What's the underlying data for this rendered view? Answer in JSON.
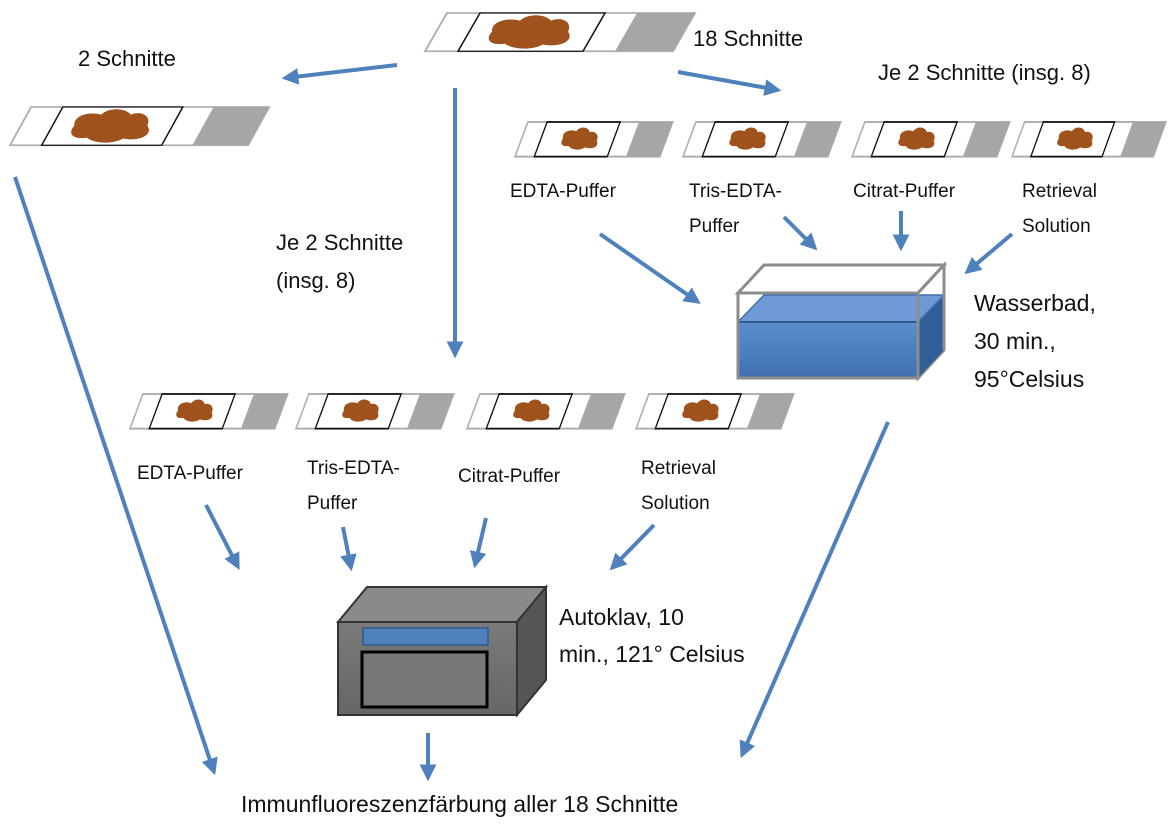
{
  "top_right_label": "18 Schnitte",
  "left_branch_label": "2 Schnitte",
  "middle_branch_label": [
    "Je 2 Schnitte",
    "(insg. 8)"
  ],
  "right_branch_label": "Je 2 Schnitte (insg. 8)",
  "water_bath_group": {
    "buffers": [
      [
        "EDTA-Puffer"
      ],
      [
        "Tris-EDTA-",
        "Puffer"
      ],
      [
        "Citrat-Puffer"
      ],
      [
        "Retrieval",
        "Solution"
      ]
    ],
    "device_label": [
      "Wasserbad,",
      "30 min.,",
      "95°Celsius"
    ]
  },
  "autoclave_group": {
    "buffers": [
      [
        "EDTA-Puffer"
      ],
      [
        "Tris-EDTA-",
        "Puffer"
      ],
      [
        "Citrat-Puffer"
      ],
      [
        "Retrieval",
        "Solution"
      ]
    ],
    "device_label": [
      "Autoklav, 10",
      "min., 121° Celsius"
    ]
  },
  "final_step": "Immunfluoreszenzfärbung aller 18 Schnitte",
  "colors": {
    "arrow": "#4f81bd",
    "tissue": "#a0521c",
    "slide_end": "#a6a6a6",
    "water": "#4f81bd",
    "autoclave": "#707070"
  }
}
